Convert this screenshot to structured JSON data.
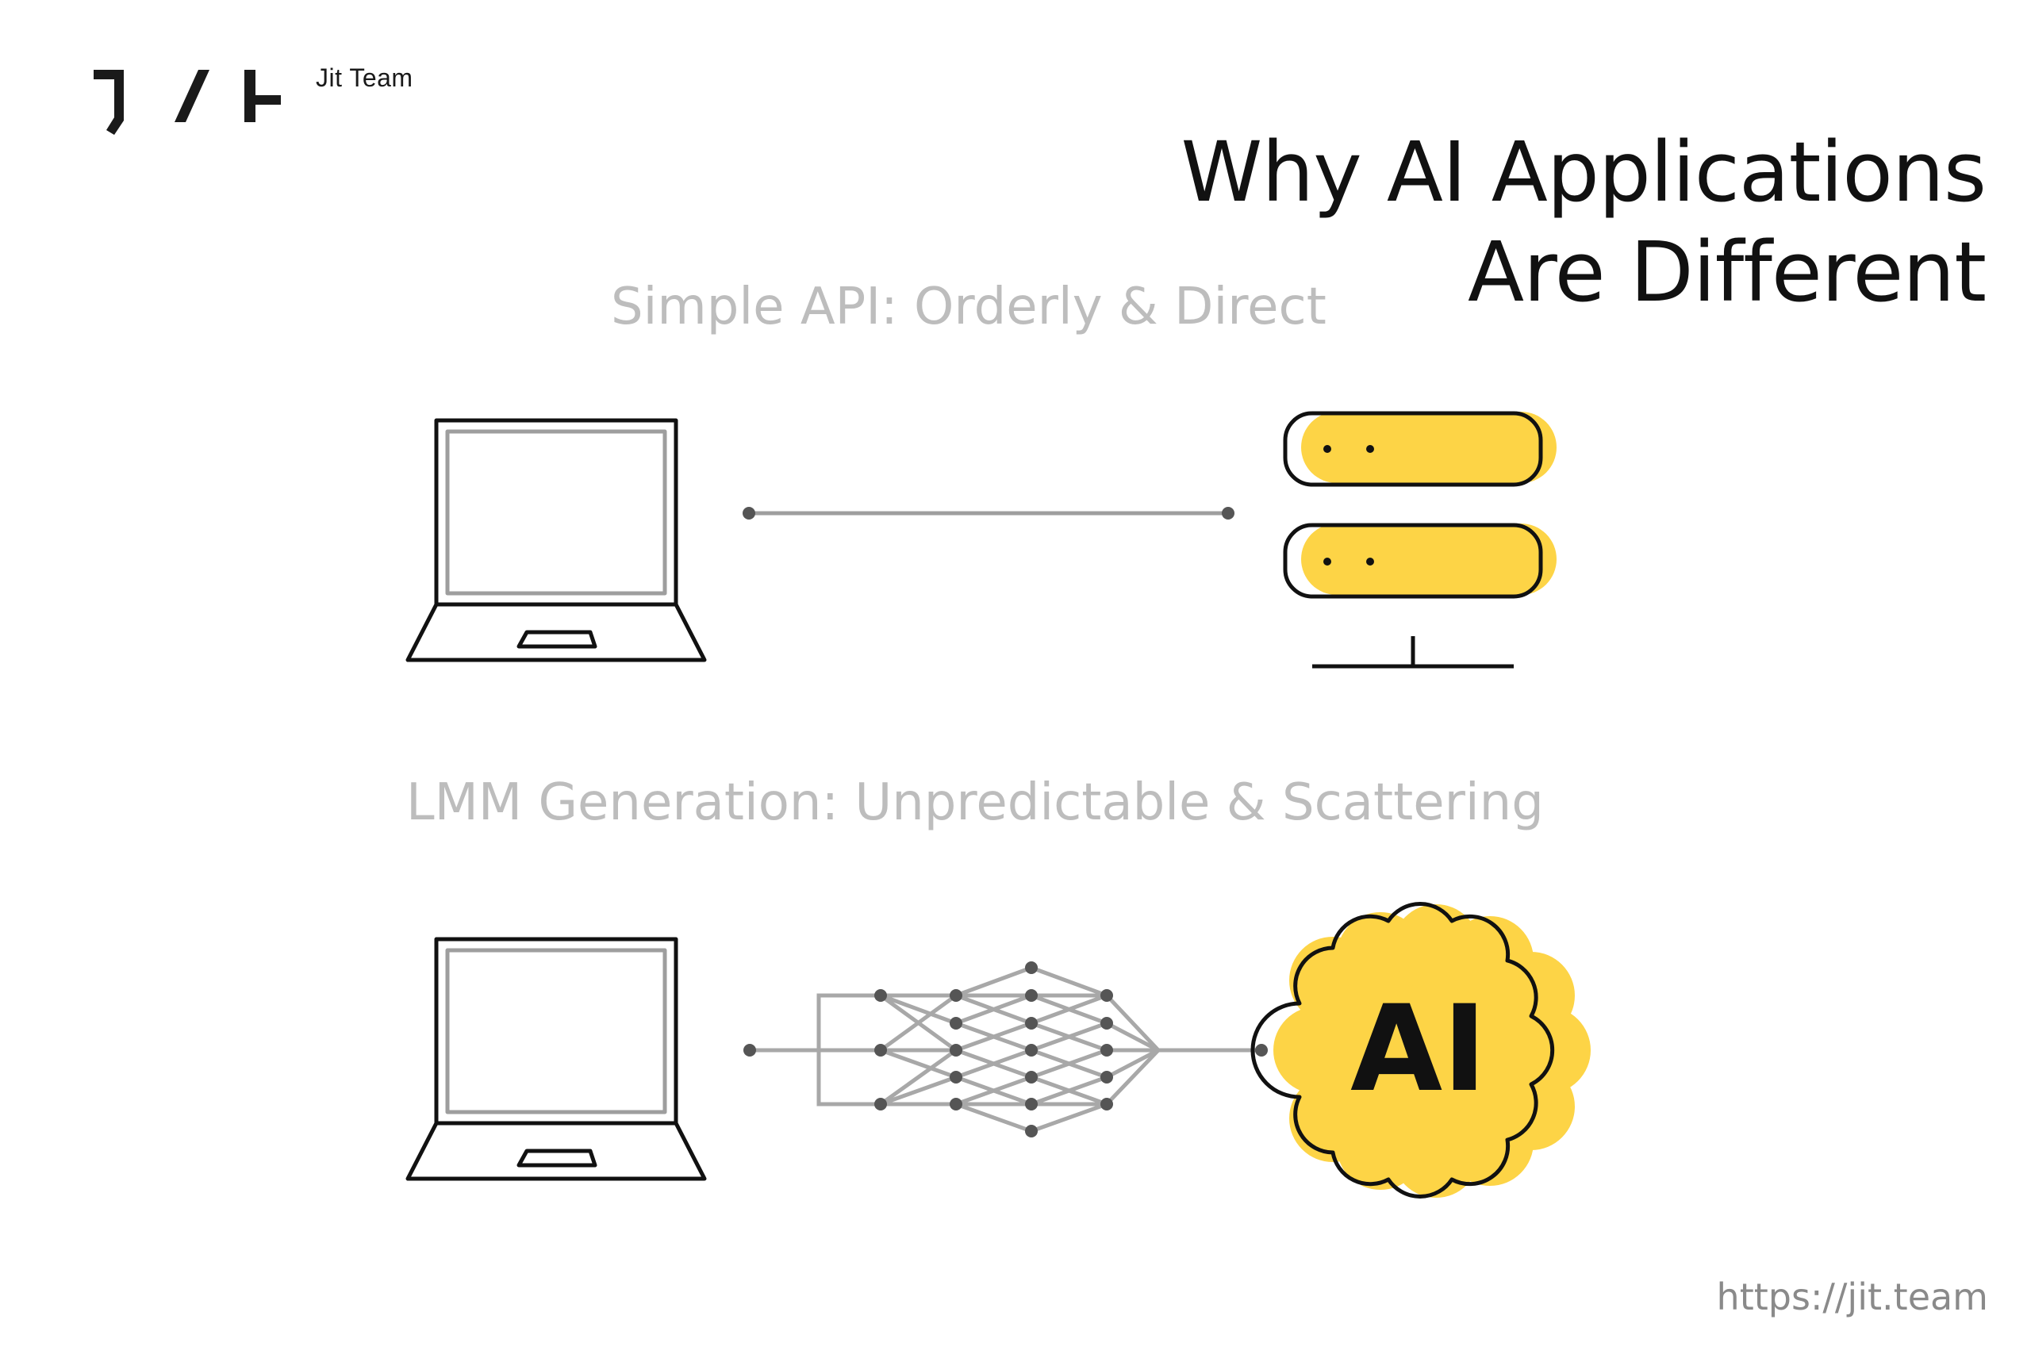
{
  "brand": {
    "name": "Jit Team"
  },
  "title": {
    "line1": "Why AI Applications",
    "line2": "Are Different"
  },
  "sections": {
    "top_label": "Simple API: Orderly & Direct",
    "bottom_label": "LMM Generation: Unpredictable & Scattering"
  },
  "ai_badge": {
    "text": "AI"
  },
  "footer": {
    "url": "https://jit.team"
  },
  "colors": {
    "accent": "#fdd446",
    "ink": "#111111",
    "line_gray": "#9e9e9e",
    "dot_gray": "#555555",
    "label_gray": "#bdbdbd",
    "url_gray": "#8a8a8a"
  },
  "icons": [
    "jit-logo-icon",
    "laptop-icon",
    "server-icon",
    "neural-network-icon",
    "ai-cloud-icon"
  ]
}
